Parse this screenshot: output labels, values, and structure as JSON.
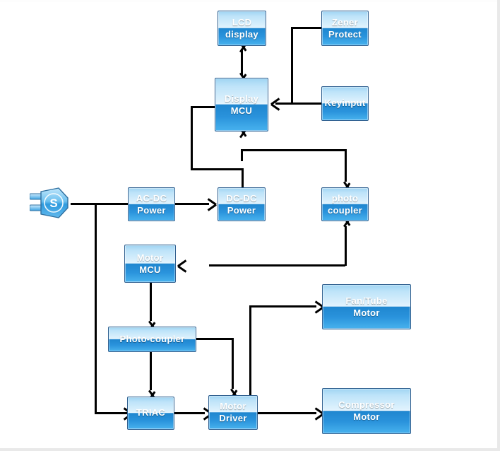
{
  "diagram": {
    "title": "Air-conditioner control system block diagram",
    "background": "#ffffff",
    "block_fill_top": "#bde3f9",
    "block_fill_bottom": "#2a93dc",
    "block_border": "#2f5f8f",
    "connector_color": "#000000",
    "label_color": "#ffffff"
  },
  "blocks": {
    "lcd_display": {
      "line1": "LCD",
      "line2": "display"
    },
    "zener_protect": {
      "line1": "Zener",
      "line2": "Protect"
    },
    "display_mcu": {
      "line1": "Display",
      "line2": "MCU"
    },
    "keyinput": {
      "line1": "Keyinput",
      "line2": ""
    },
    "ac_dc_power": {
      "line1": "AC-DC",
      "line2": "Power"
    },
    "dc_dc_power": {
      "line1": "DC-DC",
      "line2": "Power"
    },
    "photo_coupler_top": {
      "line1": "photo",
      "line2": "coupler"
    },
    "motor_mcu": {
      "line1": "Motor",
      "line2": "MCU"
    },
    "fan_tube_motor": {
      "line1": "Fan/Tube",
      "line2": "Motor"
    },
    "photo_coupler_bot": {
      "line1": "Photo-coupler",
      "line2": ""
    },
    "triac": {
      "line1": "TRIAC",
      "line2": ""
    },
    "motor_driver": {
      "line1": "Motor",
      "line2": "Driver"
    },
    "compressor_motor": {
      "line1": "Compressor",
      "line2": "Motor"
    }
  },
  "icons": {
    "power_plug": {
      "name": "power-plug-icon",
      "glyph_letter": "S"
    }
  },
  "connections": [
    {
      "from": "lcd_display",
      "to": "display_mcu",
      "type": "bidirectional"
    },
    {
      "from": "zener_protect",
      "to": "display_mcu",
      "type": "arrow"
    },
    {
      "from": "keyinput",
      "to": "display_mcu",
      "type": "arrow"
    },
    {
      "from": "power_plug",
      "to": "ac_dc_power",
      "type": "line"
    },
    {
      "from": "ac_dc_power",
      "to": "dc_dc_power",
      "type": "arrow"
    },
    {
      "from": "dc_dc_power",
      "to": "display_mcu",
      "type": "arrow"
    },
    {
      "from": "display_mcu",
      "to": "photo_coupler_top",
      "type": "arrow"
    },
    {
      "from": "photo_coupler_top",
      "to": "display_mcu",
      "type": "arrow"
    },
    {
      "from": "photo_coupler_top",
      "to": "motor_mcu",
      "type": "arrow"
    },
    {
      "from": "motor_driver",
      "to": "photo_coupler_top",
      "type": "arrow"
    },
    {
      "from": "motor_mcu",
      "to": "photo_coupler_bot",
      "type": "arrow"
    },
    {
      "from": "photo_coupler_bot",
      "to": "triac",
      "type": "arrow"
    },
    {
      "from": "photo_coupler_bot",
      "to": "motor_driver",
      "type": "arrow"
    },
    {
      "from": "power_plug",
      "to": "triac",
      "type": "arrow"
    },
    {
      "from": "triac",
      "to": "motor_driver",
      "type": "arrow"
    },
    {
      "from": "motor_driver",
      "to": "fan_tube_motor",
      "type": "arrow"
    },
    {
      "from": "motor_driver",
      "to": "compressor_motor",
      "type": "arrow"
    }
  ]
}
